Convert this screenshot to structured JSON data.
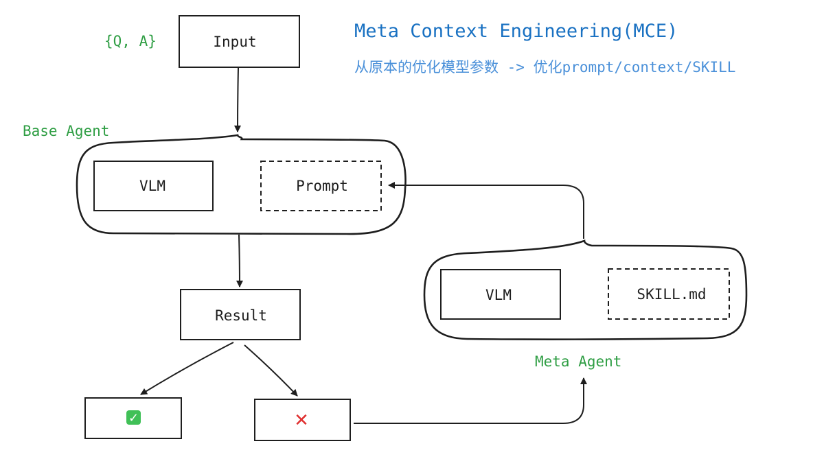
{
  "title": "Meta Context Engineering(MCE)",
  "subtitle": "从原本的优化模型参数 -> 优化prompt/context/SKILL",
  "input_annotation": "{Q, A}",
  "input_label": "Input",
  "base_agent": {
    "label": "Base Agent",
    "model_label": "VLM",
    "prompt_label": "Prompt"
  },
  "result_label": "Result",
  "outcomes": {
    "success_icon": "check-mark-icon",
    "failure_icon": "cross-mark-icon",
    "success_color": "#40c057",
    "failure_color": "#e03131"
  },
  "meta_agent": {
    "label": "Meta Agent",
    "model_label": "VLM",
    "skill_label": "SKILL.md"
  },
  "colors": {
    "title": "#1971c2",
    "subtitle": "#4a90d9",
    "annotation_green": "#2f9e44",
    "stroke": "#1e1e1e"
  }
}
